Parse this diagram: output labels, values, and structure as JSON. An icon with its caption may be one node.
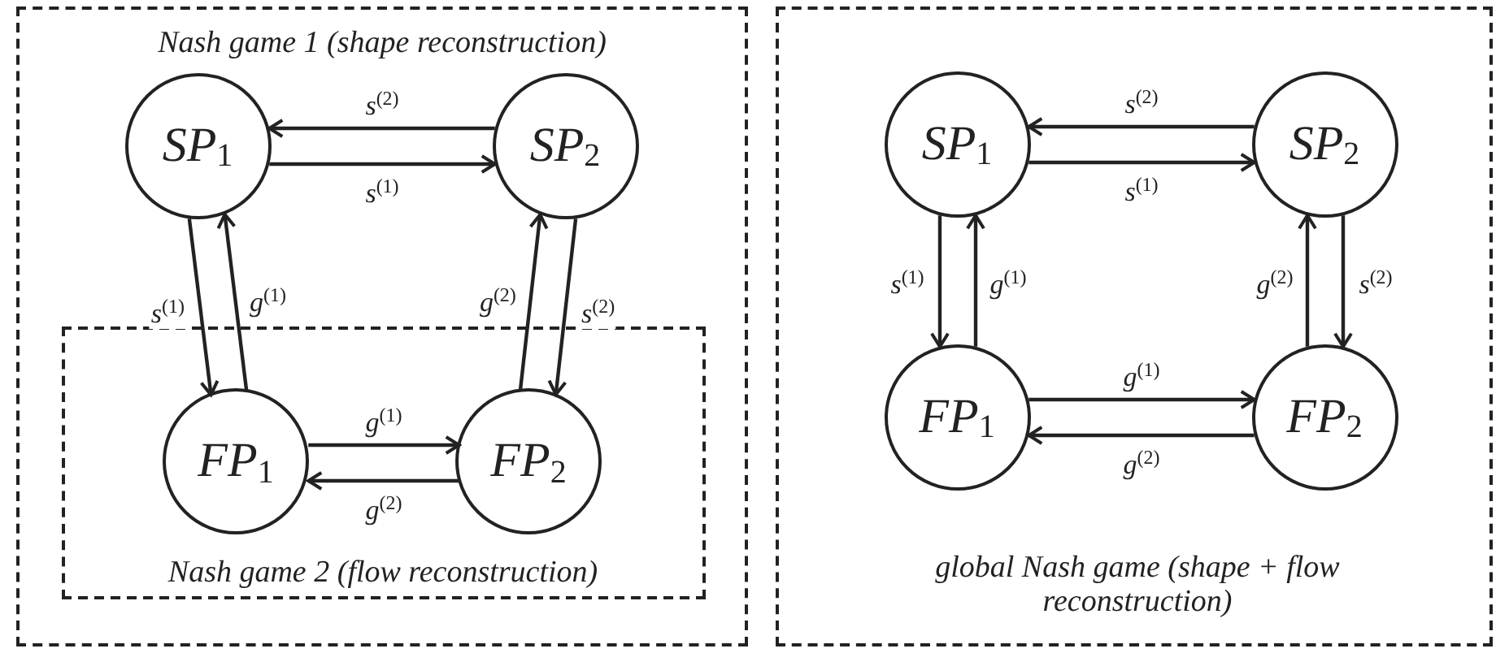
{
  "diagram": {
    "nodes": [
      {
        "text": [
          "Nash game 1 (shape reconstruction)"
        ]
      },
      {
        "text": [
          "Nash game 2 (flow reconstruction)"
        ],
        "in": 0
      },
      {
        "text": [
          "SP$_{1}$"
        ],
        "in": 0
      },
      {
        "text": [
          "SP$_{2}$"
        ],
        "in": 0
      },
      {
        "text": [
          "FP$_{1}$"
        ],
        "in": 1
      },
      {
        "text": [
          "FP$_{2}$"
        ],
        "in": 1
      },
      {
        "text": [
          "global Nash game (shape + flow reconstruction)"
        ]
      },
      {
        "text": [
          "SP$_{1}$"
        ],
        "in": 6
      },
      {
        "text": [
          "SP$_{2}$"
        ],
        "in": 6
      },
      {
        "text": [
          "FP$_{1}$"
        ],
        "in": 6
      },
      {
        "text": [
          "FP$_{2}$"
        ],
        "in": 6
      }
    ],
    "edges": [
      {
        "from": 3,
        "to": 2,
        "arrow": "to",
        "label": "s$^{(2)}$"
      },
      {
        "from": 2,
        "to": 3,
        "arrow": "to",
        "label": "s$^{(1)}$"
      },
      {
        "from": 2,
        "to": 4,
        "arrow": "to",
        "label": "s$^{(1)}$"
      },
      {
        "from": 4,
        "to": 2,
        "arrow": "to",
        "label": "g$^{(1)}$"
      },
      {
        "from": 5,
        "to": 3,
        "arrow": "to",
        "label": "g$^{(2)}$"
      },
      {
        "from": 3,
        "to": 5,
        "arrow": "to",
        "label": "s$^{(2)}$"
      },
      {
        "from": 4,
        "to": 5,
        "arrow": "to",
        "label": "g$^{(1)}$"
      },
      {
        "from": 5,
        "to": 4,
        "arrow": "to",
        "label": "g$^{(2)}$"
      },
      {
        "from": 8,
        "to": 7,
        "arrow": "to",
        "label": "s$^{(2)}$"
      },
      {
        "from": 7,
        "to": 8,
        "arrow": "to",
        "label": "s$^{(1)}$"
      },
      {
        "from": 7,
        "to": 9,
        "arrow": "to",
        "label": "s$^{(1)}$"
      },
      {
        "from": 9,
        "to": 7,
        "arrow": "to",
        "label": "g$^{(1)}$"
      },
      {
        "from": 10,
        "to": 8,
        "arrow": "to",
        "label": "g$^{(2)}$"
      },
      {
        "from": 8,
        "to": 10,
        "arrow": "to",
        "label": "s$^{(2)}$"
      },
      {
        "from": 9,
        "to": 10,
        "arrow": "to",
        "label": "g$^{(1)}$"
      },
      {
        "from": 10,
        "to": 9,
        "arrow": "to",
        "label": "g$^{(2)}$"
      }
    ]
  }
}
